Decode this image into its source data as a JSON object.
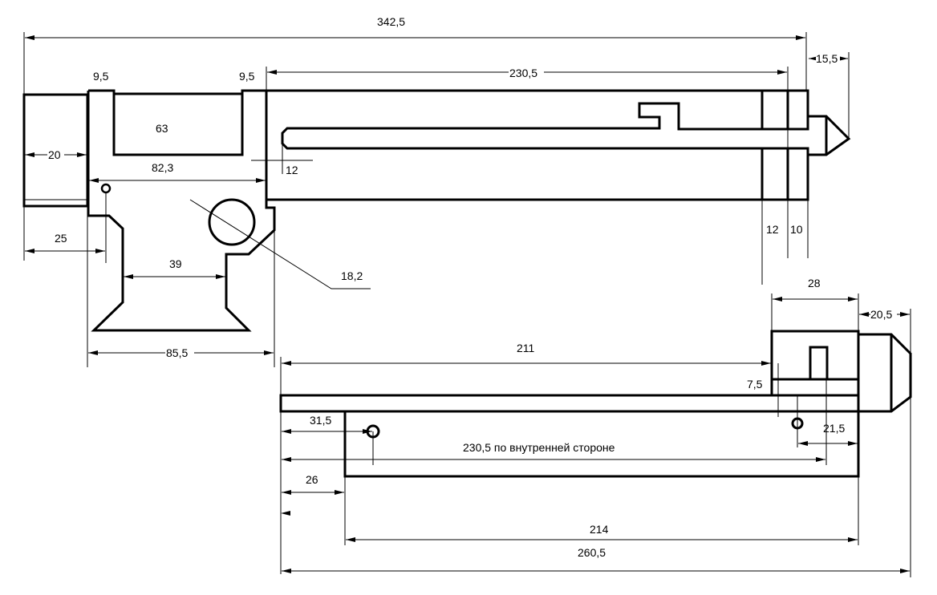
{
  "top_view": {
    "dims": {
      "overall_length": "342,5",
      "left_tab": "9,5",
      "right_tab": "9,5",
      "body_length": "230,5",
      "tip": "15,5",
      "slot_width": "63",
      "left_block": "20",
      "frame_inner": "82,3",
      "slot_end": "12",
      "hole_offset": "25",
      "handle_neck": "39",
      "circle_diameter": "18,2",
      "frame_outer": "85,5",
      "jaw_a": "12",
      "jaw_b": "10"
    }
  },
  "bottom_view": {
    "dims": {
      "block_width": "28",
      "cap": "20,5",
      "bar_to_block": "211",
      "step": "7,5",
      "left_hole": "31,5",
      "right_hole": "21,5",
      "inner_length": "230,5 по внутренней стороне",
      "body_offset": "26",
      "body_length": "214",
      "overall_length": "260,5"
    }
  }
}
